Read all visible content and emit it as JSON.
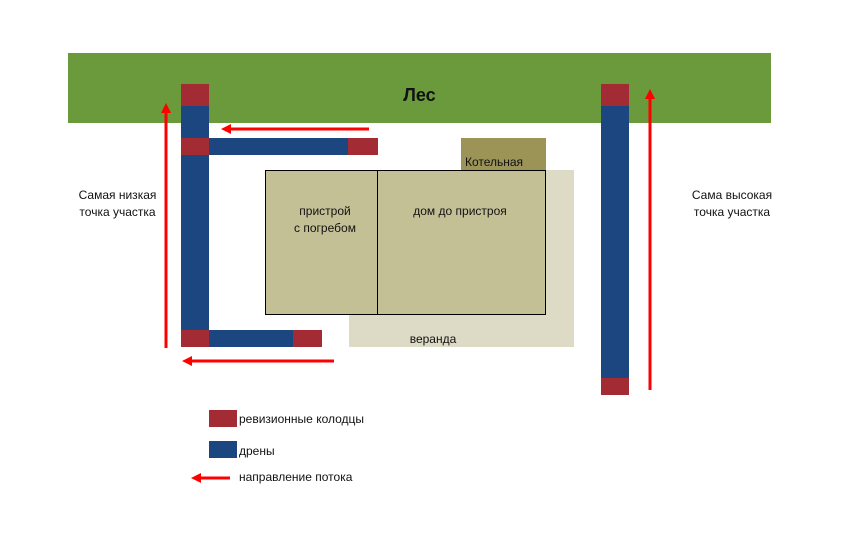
{
  "colors": {
    "forest": "#6a9a3c",
    "drain": "#1c4680",
    "well": "#a32b33",
    "house": "#c4c096",
    "veranda": "#dddbc5",
    "boiler": "#9c9457",
    "arrow": "#ff0000"
  },
  "forest": {
    "label": "Лес"
  },
  "buildings": {
    "annex_label": "пристрой\nс погребом",
    "house_label": "дом до пристроя",
    "boiler_label": "Котельная",
    "veranda_label": "веранда"
  },
  "annotations": {
    "lowest_point": "Самая низкая\nточка участка",
    "highest_point": "Сама высокая\nточка участка"
  },
  "legend": {
    "wells": "ревизионные колодцы",
    "drains": "дрены",
    "flow": "направление потока"
  }
}
